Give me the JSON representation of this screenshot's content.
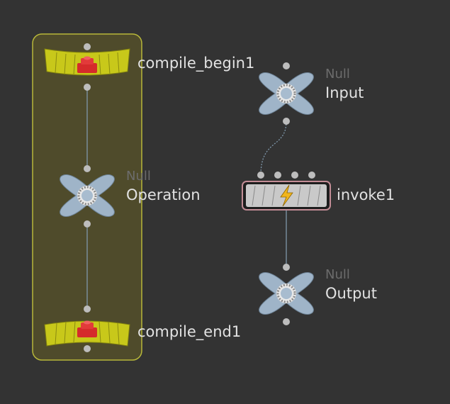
{
  "network": {
    "block": {
      "begin_name": "compile_begin1",
      "end_name": "compile_end1",
      "operation_type": "Null",
      "operation_name": "Operation"
    },
    "input": {
      "type": "Null",
      "name": "Input"
    },
    "invoke": {
      "name": "invoke1"
    },
    "output": {
      "type": "Null",
      "name": "Output"
    }
  },
  "colors": {
    "background": "#333333",
    "block_fill": "#4f4b2b",
    "block_border": "#b8b83a",
    "compile_node": "#c8c81a",
    "compile_icon": "#d52b2b",
    "null_node": "#9fb4c8",
    "invoke_border": "#c38d96",
    "invoke_body": "#c9c9c9",
    "wire": "#7f97ab",
    "connector": "#bdbdbd"
  },
  "icons": {
    "compile_begin": "red-brick-icon",
    "compile_end": "red-brick-icon",
    "null": "gear-circle-icon",
    "invoke": "lightning-bolt-icon"
  }
}
